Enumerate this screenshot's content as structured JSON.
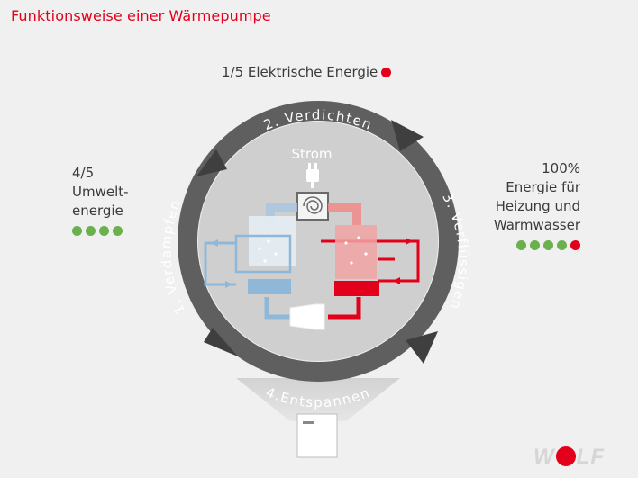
{
  "title": "Funktionsweise einer Wärmepumpe",
  "electric": {
    "label": "1/5 Elektrische Energie",
    "color": "#e3001b"
  },
  "environment": {
    "line1": "4/5",
    "line2": "Umwelt-",
    "line3": "energie",
    "dots": [
      "green",
      "green",
      "green",
      "green"
    ]
  },
  "output": {
    "line1": "100%",
    "line2": "Energie für",
    "line3": "Heizung und",
    "line4": "Warmwasser",
    "dots": [
      "green",
      "green",
      "green",
      "green",
      "red"
    ]
  },
  "cycle": {
    "step1": "1. Verdampfen",
    "step2": "2. Verdichten",
    "step3": "3. Verflüssigen",
    "step4": "4.Entspannen",
    "strom": "Strom"
  },
  "colors": {
    "accent": "#e3001b",
    "cold": "#8fb8d8",
    "hot": "#e3001b",
    "ring": "#5f5f5f",
    "green": "#6ab04c"
  },
  "icons": [
    "plug-icon",
    "compressor-icon",
    "expansion-valve-icon",
    "heat-pump-unit-icon"
  ],
  "brand": {
    "left": "W",
    "right": "LF"
  }
}
